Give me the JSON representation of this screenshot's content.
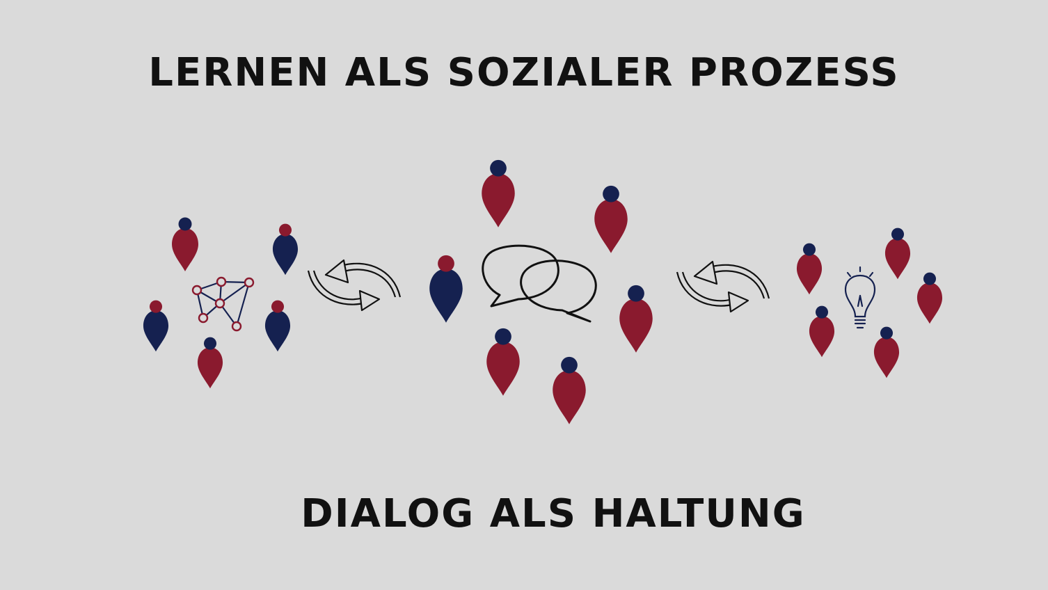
{
  "title": "LERNEN ALS SOZIALER PROZESS",
  "subtitle": "DIALOG ALS HALTUNG",
  "colors": {
    "background": "#dadada",
    "red": "#8a1a2e",
    "navy": "#152150",
    "text": "#111111"
  },
  "groups": [
    {
      "name": "network-group",
      "icon": "network-icon",
      "figures": [
        {
          "body": "red",
          "head": "navy"
        },
        {
          "body": "navy",
          "head": "red"
        },
        {
          "body": "navy",
          "head": "red"
        },
        {
          "body": "navy",
          "head": "red"
        },
        {
          "body": "red",
          "head": "navy"
        }
      ]
    },
    {
      "name": "dialog-group",
      "icon": "speech-bubbles-icon",
      "figures": [
        {
          "body": "red",
          "head": "navy"
        },
        {
          "body": "red",
          "head": "navy"
        },
        {
          "body": "navy",
          "head": "red"
        },
        {
          "body": "red",
          "head": "navy"
        },
        {
          "body": "red",
          "head": "navy"
        },
        {
          "body": "red",
          "head": "navy"
        }
      ]
    },
    {
      "name": "insight-group",
      "icon": "lightbulb-icon",
      "figures": [
        {
          "body": "red",
          "head": "navy"
        },
        {
          "body": "red",
          "head": "navy"
        },
        {
          "body": "red",
          "head": "navy"
        },
        {
          "body": "red",
          "head": "navy"
        },
        {
          "body": "red",
          "head": "navy"
        }
      ]
    }
  ],
  "connectors": [
    "cycle-arrows-icon",
    "cycle-arrows-icon"
  ]
}
